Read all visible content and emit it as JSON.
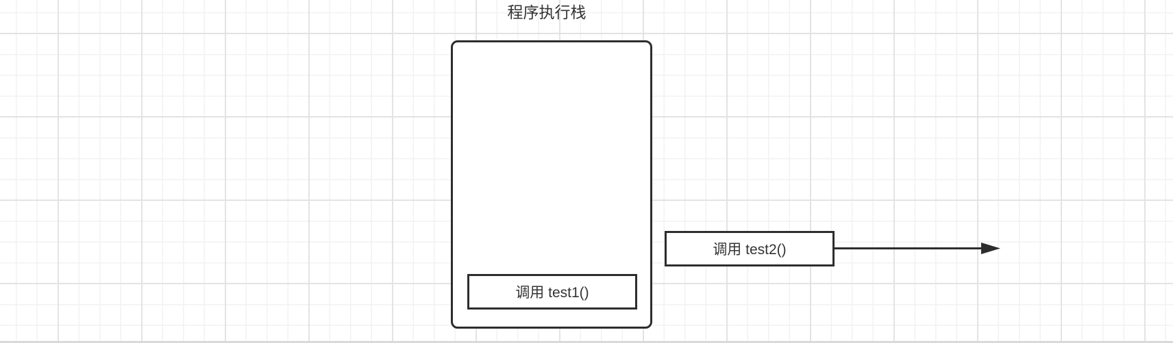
{
  "diagram": {
    "title": "程序执行栈",
    "frames": [
      {
        "id": "test1",
        "label": "调用 test1()",
        "location": "inside-stack-bottom"
      },
      {
        "id": "test2",
        "label": "调用 test2()",
        "location": "outside-stack-right"
      }
    ],
    "arrow": {
      "from": "frame-test2",
      "direction": "right",
      "style": "solid-line-filled-arrowhead"
    },
    "colors": {
      "stroke": "#2d2d2d",
      "text": "#333333",
      "shape_fill": "#ffffff",
      "grid_minor": "#f2f2f2",
      "grid_major": "#e3e3e3",
      "canvas_background": "#ffffff"
    }
  }
}
